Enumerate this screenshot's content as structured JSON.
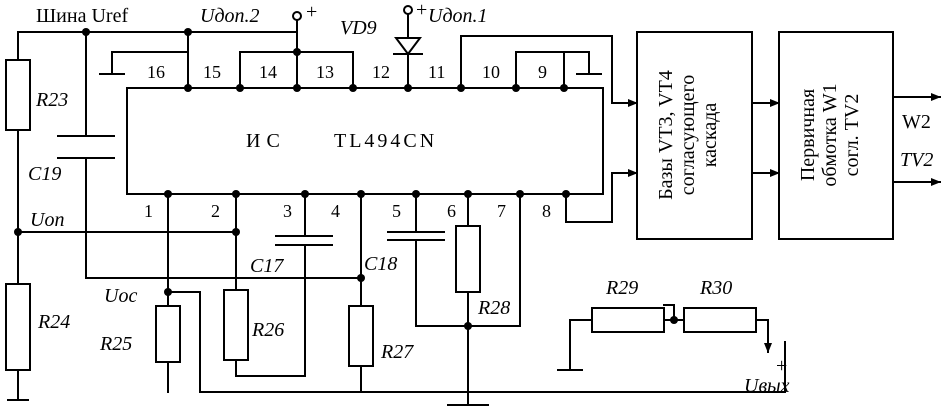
{
  "ic": {
    "label": "ИС",
    "part": "TL494CN"
  },
  "pins": [
    "1",
    "2",
    "3",
    "4",
    "5",
    "6",
    "7",
    "8",
    "9",
    "10",
    "11",
    "12",
    "13",
    "14",
    "15",
    "16"
  ],
  "rails": {
    "uref": "Шина Uref",
    "udop2": "Uдоп.2",
    "udop1": "Uдоп.1",
    "uop": "Uоп",
    "uos": "Uос",
    "uvyh": "Uвых"
  },
  "parts": {
    "vd9": "VD9",
    "r23": "R23",
    "c19": "C19",
    "r24": "R24",
    "r25": "R25",
    "r26": "R26",
    "c17": "C17",
    "r27": "R27",
    "c18": "C18",
    "r28": "R28",
    "r29": "R29",
    "r30": "R30"
  },
  "blocks": {
    "driver": [
      "Базы VT3, VT4",
      "согласующего",
      "каскада"
    ],
    "primary": [
      "Первичная",
      "обмотка W1",
      "согл. TV2"
    ]
  },
  "outputs": {
    "w2": "W2",
    "tv2": "TV2"
  },
  "plus_sign": "+"
}
